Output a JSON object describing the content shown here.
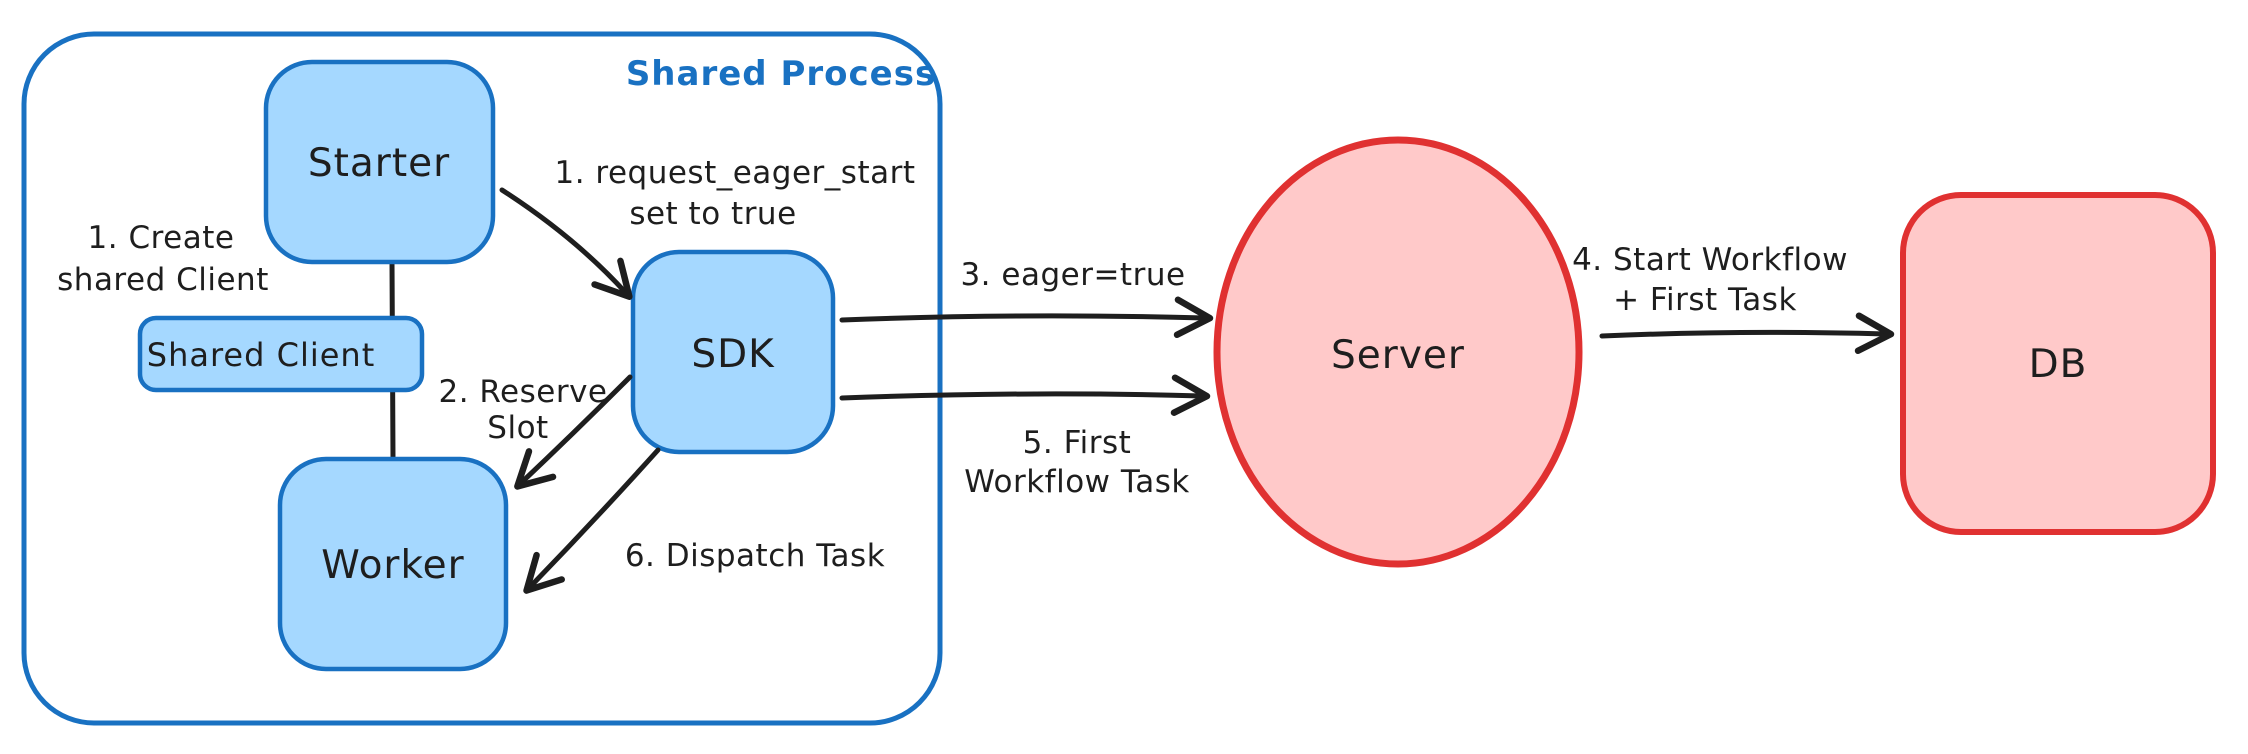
{
  "diagram": {
    "title": "Shared Process",
    "nodes": {
      "starter": {
        "label": "Starter"
      },
      "shared_client": {
        "label": "Shared Client"
      },
      "worker": {
        "label": "Worker"
      },
      "sdk": {
        "label": "SDK"
      },
      "server": {
        "label": "Server"
      },
      "db": {
        "label": "DB"
      }
    },
    "annotations": {
      "create_shared_client": {
        "line1": "1. Create",
        "line2": "shared Client"
      },
      "request_eager_start": {
        "line1": "1. request_eager_start",
        "line2": "set to true"
      },
      "reserve_slot": {
        "line1": "2. Reserve",
        "line2": "Slot"
      },
      "eager_true": {
        "line1": "3. eager=true"
      },
      "start_workflow": {
        "line1": "4. Start Workflow",
        "line2": "+ First Task"
      },
      "first_workflow_task": {
        "line1": "5. First",
        "line2": "Workflow Task"
      },
      "dispatch_task": {
        "line1": "6. Dispatch Task"
      }
    },
    "colors": {
      "blue_stroke": "#1971c2",
      "blue_fill": "#a5d8ff",
      "red_stroke": "#e03131",
      "red_fill": "#ffc9c9",
      "ink": "#1e1e1e",
      "background": "#ffffff"
    }
  }
}
